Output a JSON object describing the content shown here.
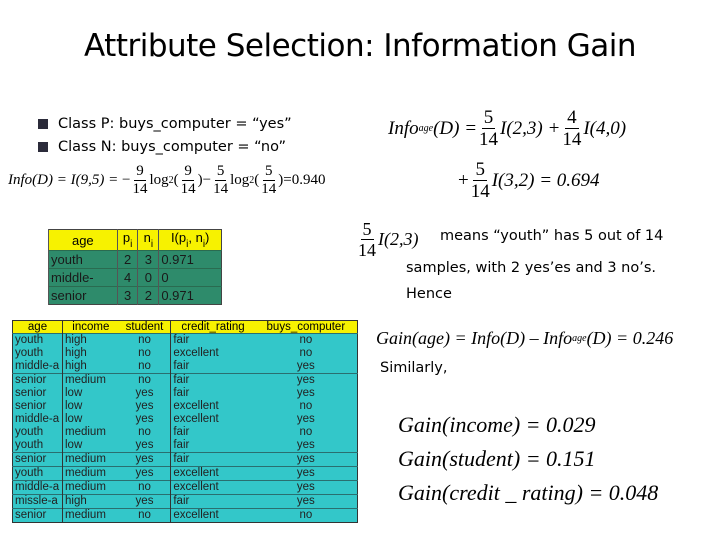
{
  "title": "Attribute Selection: Information Gain",
  "bullets": [
    "Class P: buys_computer = “yes”",
    "Class N: buys_computer = “no”"
  ],
  "formulas": {
    "info_d": {
      "lhs": "Info(D) = I(9,5) = ",
      "term1_num": "9",
      "term1_den": "14",
      "log1": "log",
      "log_base": "2",
      "inner1_num": "9",
      "inner1_den": "14",
      "term2_num": "5",
      "term2_den": "14",
      "inner2_num": "5",
      "inner2_den": "14",
      "result": "=0.940"
    },
    "info_age_line1": {
      "lhs": "Info",
      "sub": "age",
      "lhs2": "(D) = ",
      "f1_num": "5",
      "f1_den": "14",
      "t1": "I(2,3) + ",
      "f2_num": "4",
      "f2_den": "14",
      "t2": "I(4,0)"
    },
    "info_age_line2": {
      "plus": "+",
      "f_num": "5",
      "f_den": "14",
      "t": "I(3,2) = 0.694"
    },
    "note_frac": {
      "num": "5",
      "den": "14",
      "t": "I(2,3)"
    },
    "gain_age": {
      "text1": "Gain(age) = Info(D) – Info",
      "sub": "age",
      "text2": "(D) = 0.246"
    },
    "gains": [
      "Gain(income) = 0.029",
      "Gain(student) = 0.151",
      "Gain(credit _ rating) = 0.048"
    ]
  },
  "notes": {
    "line1": "means “youth” has 5 out of 14",
    "line2": "samples, with 2 yes’es  and 3 no’s.",
    "line3": "Hence",
    "similarly": "Similarly,"
  },
  "age_table": {
    "headers": [
      "age",
      "p",
      "n",
      "I(p, n)"
    ],
    "header_subs": [
      "",
      "i",
      "i",
      ""
    ],
    "rows": [
      [
        "youth",
        "2",
        "3",
        "0.971"
      ],
      [
        "middle-",
        "4",
        "0",
        "0"
      ],
      [
        "senior",
        "3",
        "2",
        "0.971"
      ]
    ]
  },
  "data_table": {
    "headers": [
      "age",
      "income",
      "student",
      "credit_rating",
      "buys_computer"
    ],
    "rows": [
      [
        "youth",
        "high",
        "no",
        "fair",
        "no"
      ],
      [
        "youth",
        "high",
        "no",
        "excellent",
        "no"
      ],
      [
        "middle-a",
        "high",
        "no",
        "fair",
        "yes"
      ],
      [
        "senior",
        "medium",
        "no",
        "fair",
        "yes"
      ],
      [
        "senior",
        "low",
        "yes",
        "fair",
        "yes"
      ],
      [
        "senior",
        "low",
        "yes",
        "excellent",
        "no"
      ],
      [
        "middle-a",
        "low",
        "yes",
        "excellent",
        "yes"
      ],
      [
        "youth",
        "medium",
        "no",
        "fair",
        "no"
      ],
      [
        "youth",
        "low",
        "yes",
        "fair",
        "yes"
      ],
      [
        "senior",
        "medium",
        "yes",
        "fair",
        "yes"
      ],
      [
        "youth",
        "medium",
        "yes",
        "excellent",
        "yes"
      ],
      [
        "middle-a",
        "medium",
        "no",
        "excellent",
        "yes"
      ],
      [
        "missle-a",
        "high",
        "yes",
        "fair",
        "yes"
      ],
      [
        "senior",
        "medium",
        "no",
        "excellent",
        "no"
      ]
    ]
  },
  "colors": {
    "header_yellow": "#f7f200",
    "age_table_green": "#2e8b6b",
    "data_table_cyan": "#33c7c9"
  }
}
